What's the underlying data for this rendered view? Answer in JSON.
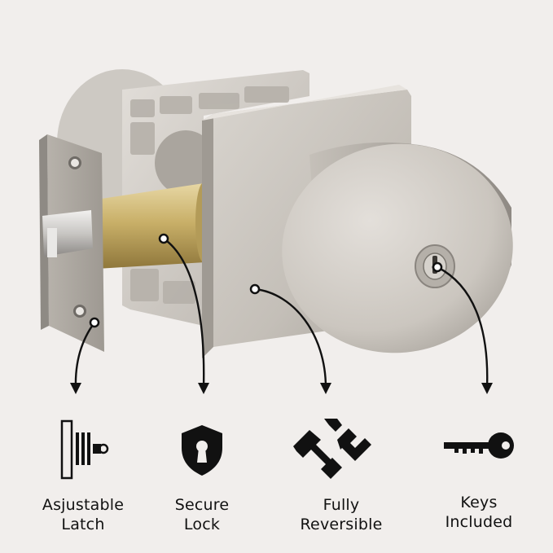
{
  "colors": {
    "background": "#f1eeec",
    "nickel": "#c7c2bb",
    "brass": "#c8b06c",
    "ink": "#111111"
  },
  "features": [
    {
      "line1": "Asjustable",
      "line2": "Latch",
      "icon": "latch-icon"
    },
    {
      "line1": "Secure",
      "line2": "Lock",
      "icon": "shield-keyhole-icon"
    },
    {
      "line1": "Fully",
      "line2": "Reversible",
      "icon": "reversible-arrows-icon"
    },
    {
      "line1": "Keys",
      "line2": "Included",
      "icon": "key-icon"
    }
  ]
}
